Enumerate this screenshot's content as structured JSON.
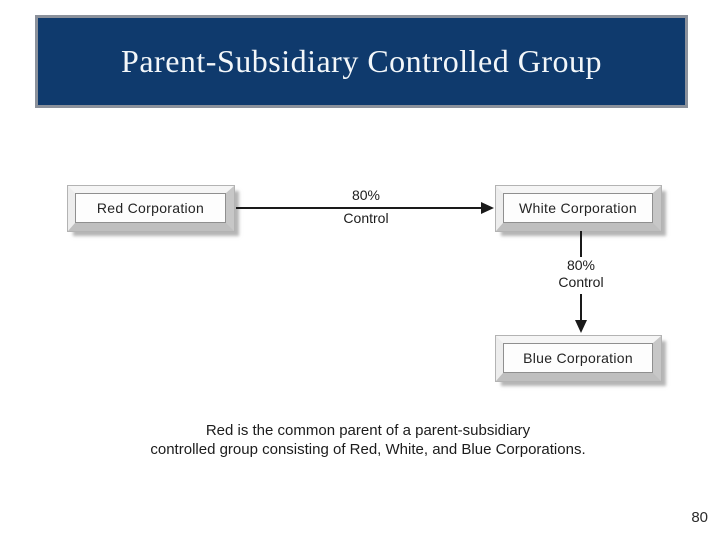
{
  "slide": {
    "title": "Parent-Subsidiary Controlled Group",
    "page_number": "80"
  },
  "diagram": {
    "nodes": [
      {
        "id": "red",
        "label": "Red Corporation"
      },
      {
        "id": "white",
        "label": "White Corporation"
      },
      {
        "id": "blue",
        "label": "Blue Corporation"
      }
    ],
    "edges": [
      {
        "from": "Red Corporation",
        "to": "White Corporation",
        "percent": "80%",
        "label": "Control",
        "direction": "right"
      },
      {
        "from": "White Corporation",
        "to": "Blue Corporation",
        "percent": "80%",
        "label": "Control",
        "direction": "down"
      }
    ]
  },
  "caption": {
    "line1": "Red is the common parent of a parent-subsidiary",
    "line2": "controlled group consisting of Red, White, and Blue Corporations."
  },
  "colors": {
    "title_background": "#0f3a6d",
    "title_border": "#8b919b",
    "title_text": "#f3f7fa",
    "arrow": "#1a1a1a"
  }
}
